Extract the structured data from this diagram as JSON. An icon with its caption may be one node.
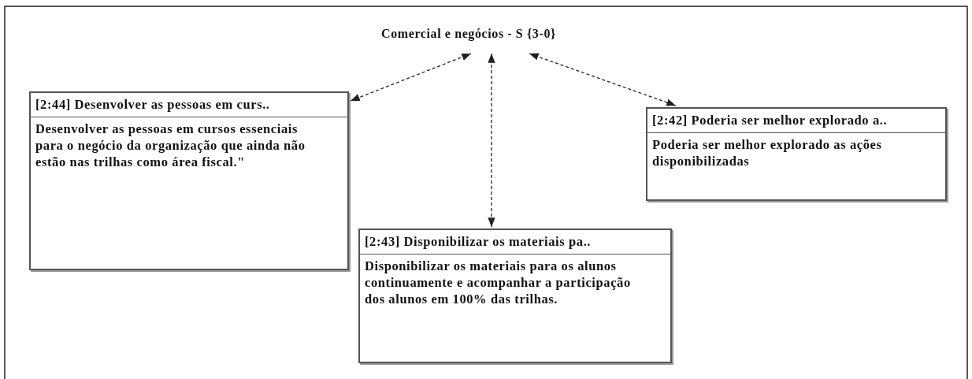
{
  "diagram": {
    "nodes": [
      {
        "text": [
          "Comercial e negócios - S {3-0}"
        ]
      },
      {
        "text": [
          "[2:44] Desenvolver as pessoas em curs..",
          "Desenvolver as pessoas em cursos essenciais para o negócio da organização que ainda não estão nas trilhas como área fiscal.\""
        ]
      },
      {
        "text": [
          "[2:42] Poderia ser melhor explorado a..",
          "Poderia ser melhor explorado as ações disponibilizadas"
        ]
      },
      {
        "text": [
          "[2:43] Disponibilizar os materiais pa..",
          "Disponibilizar os materiais para os alunos continuamente e acompanhar a participação dos alunos em 100% das trilhas."
        ]
      }
    ],
    "edges": [
      {
        "from": 0,
        "to": 1,
        "arrow": "both",
        "style": "dashed"
      },
      {
        "from": 0,
        "to": 3,
        "arrow": "both",
        "style": "dashed"
      },
      {
        "from": 0,
        "to": 2,
        "arrow": "both",
        "style": "dashed"
      }
    ]
  }
}
